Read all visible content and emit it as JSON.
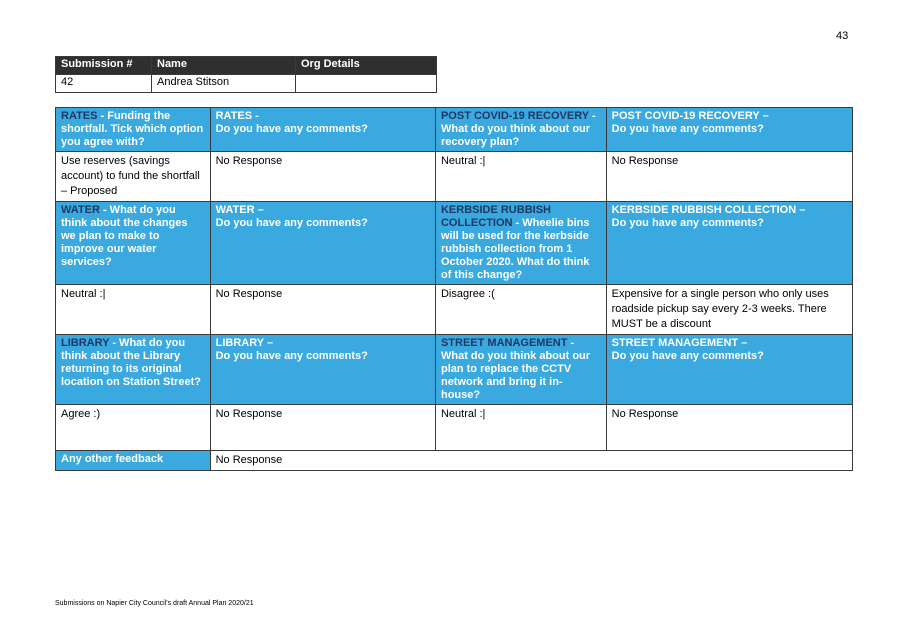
{
  "page_number": "43",
  "submission_header": {
    "col_submission": "Submission #",
    "col_name": "Name",
    "col_org": "Org Details",
    "submission_no": "42",
    "name": "Andrea Stitson",
    "org": ""
  },
  "rows": {
    "rates_q1_topic": "RATES",
    "rates_q1_text": " - Funding the shortfall. Tick which option you agree with?",
    "rates_q2": "RATES -",
    "rates_q2_text": "Do you have any comments?",
    "covid_q1_topic": "POST COVID-19 RECOVERY",
    "covid_q1_text": " - What do you think about our recovery plan?",
    "covid_q2": "POST COVID-19 RECOVERY –",
    "covid_q2_text": "Do you have any comments?",
    "rates_a1": "Use reserves (savings account) to fund the shortfall – Proposed",
    "rates_a2": "No Response",
    "covid_a1": "Neutral :|",
    "covid_a2": "No Response",
    "water_q1_topic": "WATER",
    "water_q1_text": " - What do you think about the changes we plan to make to improve our water services?",
    "water_q2": "WATER –",
    "water_q2_text": "Do you have any comments?",
    "kerb_q1_topic": "KERBSIDE RUBBISH COLLECTION",
    "kerb_q1_text": " - Wheelie bins will be used for the kerbside rubbish collection from 1 October 2020. What do think of this change?",
    "kerb_q2": "KERBSIDE RUBBISH COLLECTION –",
    "kerb_q2_text": "Do you have any comments?",
    "water_a1": "Neutral :|",
    "water_a2": "No Response",
    "kerb_a1": "Disagree :(",
    "kerb_a2": "Expensive for a single person who only uses roadside pickup say every 2-3 weeks.   There MUST be a discount",
    "lib_q1_topic": "LIBRARY",
    "lib_q1_text": " - What do you think about the Library returning to its original location on Station Street?",
    "lib_q2": "LIBRARY –",
    "lib_q2_text": "Do you have any comments?",
    "street_q1_topic": "STREET MANAGEMENT",
    "street_q1_text": " - What do you think about our plan to replace the CCTV network and bring it in-house?",
    "street_q2": "STREET MANAGEMENT –",
    "street_q2_text": "Do you have any comments?",
    "lib_a1": "Agree :)",
    "lib_a2": "No Response",
    "street_a1": "Neutral :|",
    "street_a2": "No Response",
    "other_q": "Any other feedback",
    "other_a": "No Response"
  },
  "footer": "Submissions on Napier City Council's draft Annual Plan 2020/21",
  "colors": {
    "question_bg": "#39a9df",
    "topic_dark": "#1f3864",
    "header_bg": "#2f2f2f"
  }
}
